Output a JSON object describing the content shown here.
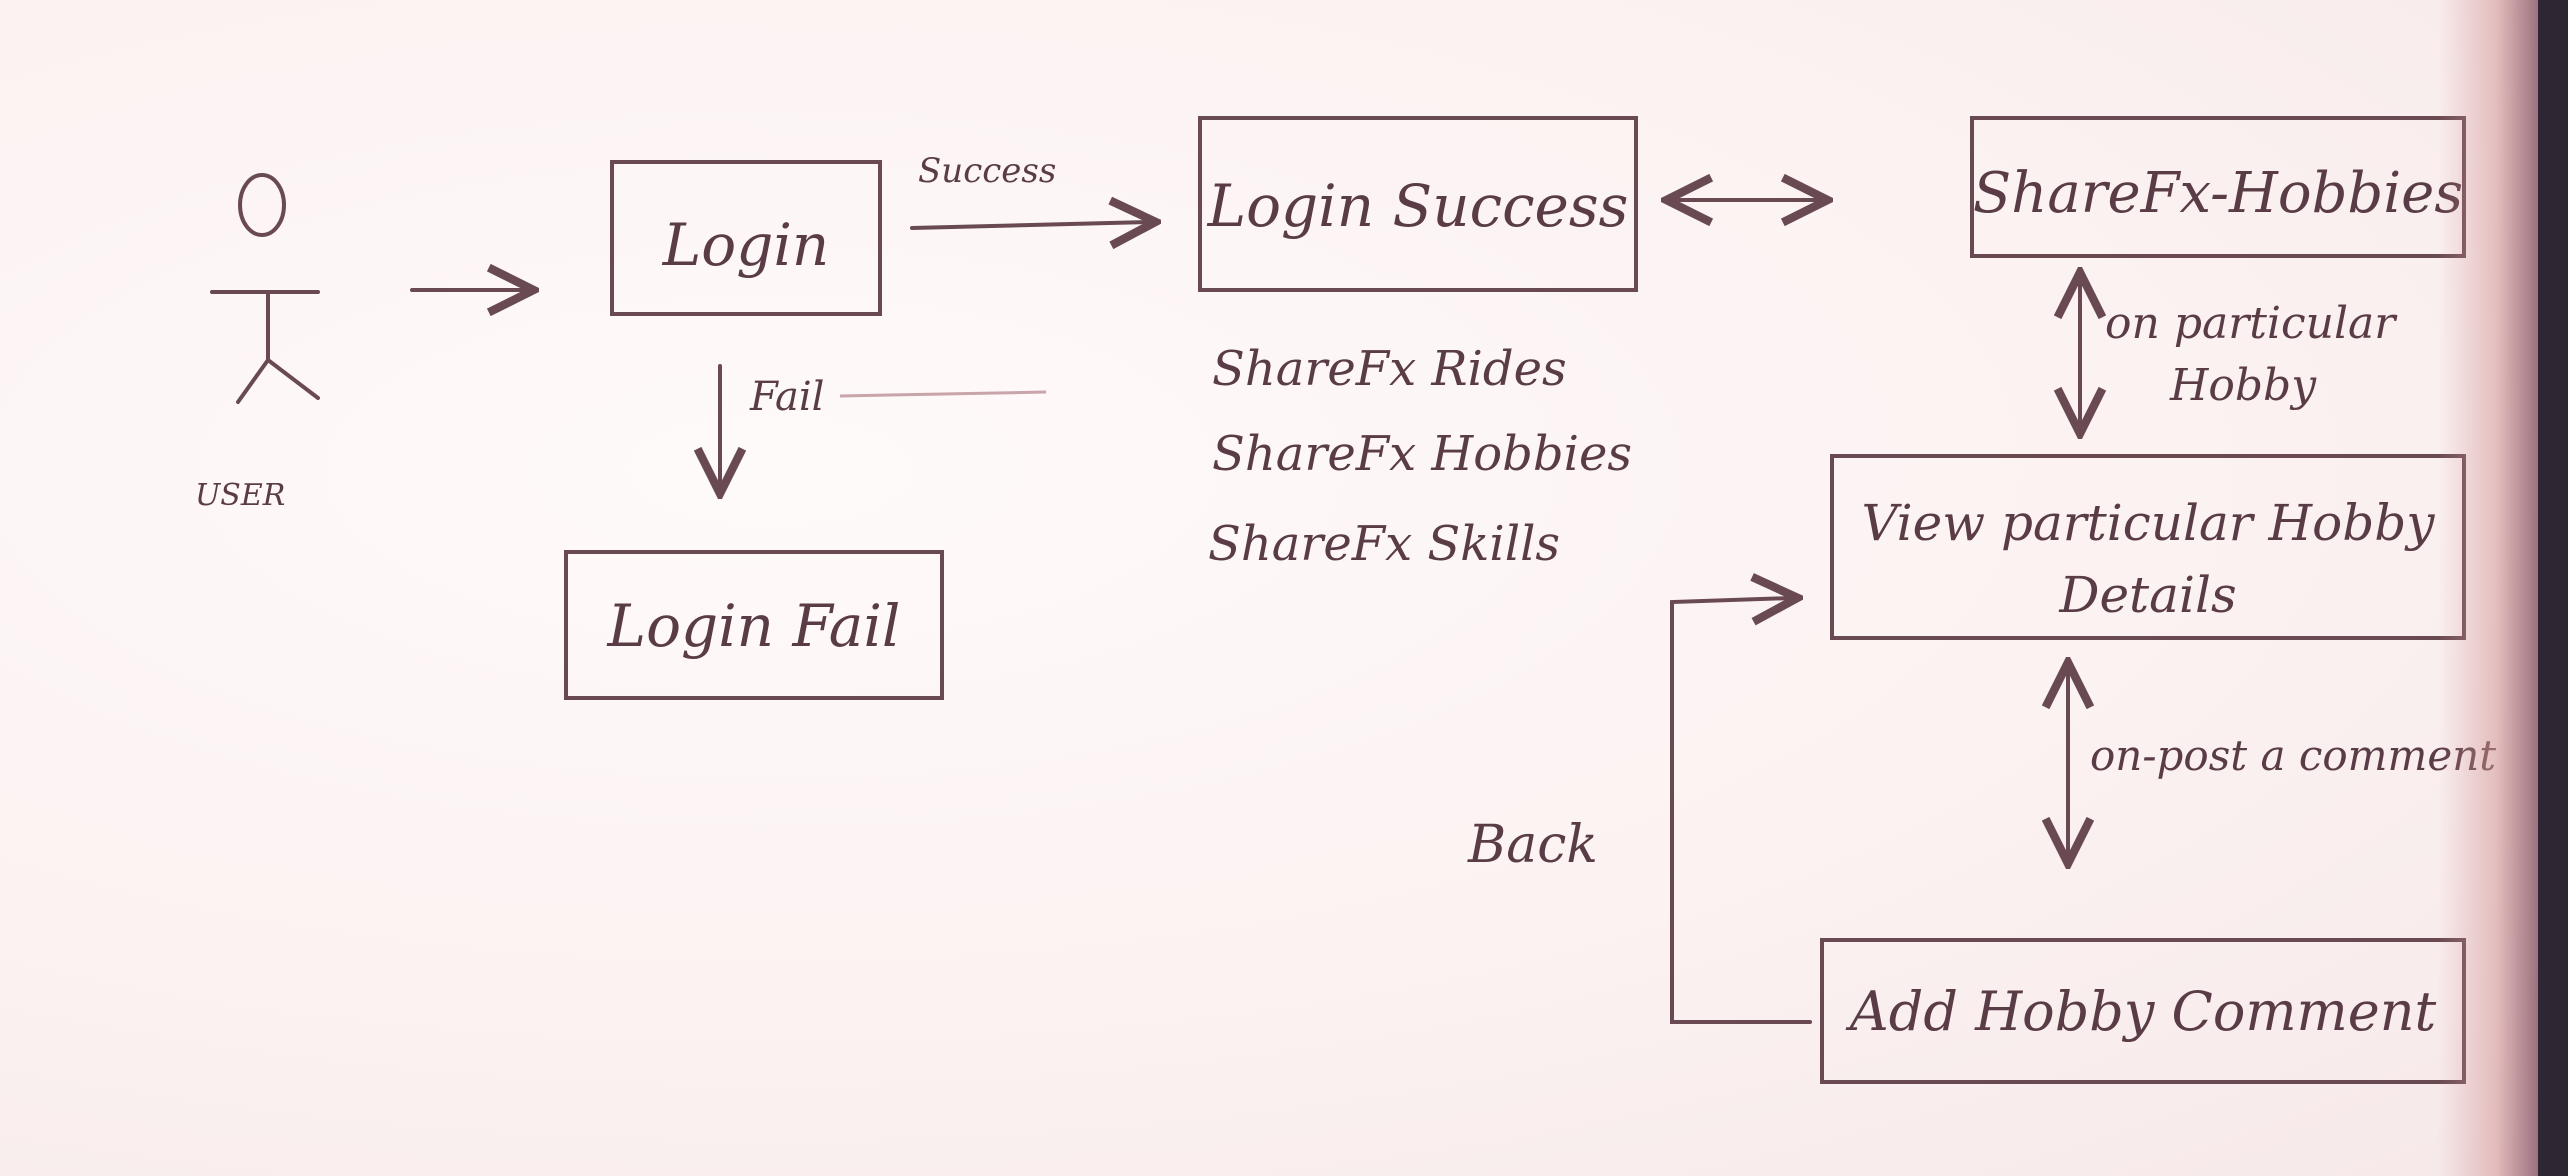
{
  "actor": {
    "label": "USER"
  },
  "nodes": {
    "login": "Login",
    "login_success": "Login Success",
    "login_fail": "Login Fail",
    "sharefx_hobbies": "ShareFx-Hobbies",
    "view_hobby_details_line1": "View particular Hobby",
    "view_hobby_details_line2": "Details",
    "add_hobby_comment": "Add Hobby Comment"
  },
  "edges": {
    "success": "Success",
    "fail": "Fail",
    "on_particular_line1": "on particular",
    "on_particular_line2": "Hobby",
    "on_post_comment": "on-post a comment",
    "back": "Back"
  },
  "menu_items": [
    "ShareFx Rides",
    "ShareFx Hobbies",
    "ShareFx Skills"
  ],
  "colors": {
    "ink": "#6a4a52",
    "paper": "#fdf6f6",
    "edge_shadow": "#3a2a3a"
  }
}
